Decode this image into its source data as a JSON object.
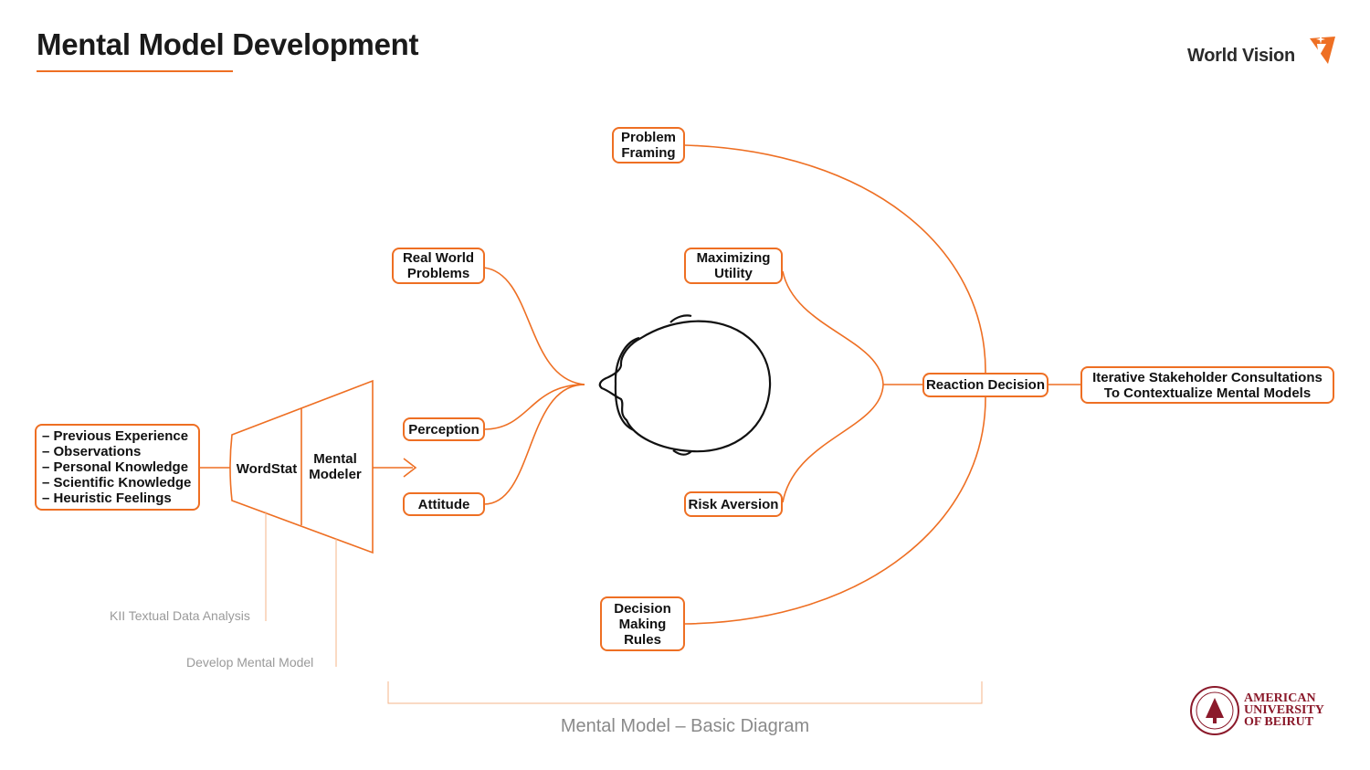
{
  "header": {
    "title": "Mental Model Development"
  },
  "logo": {
    "brand": "World Vision",
    "accent": "#ee6f23"
  },
  "inputs": {
    "items": [
      "– Previous Experience",
      "– Observations",
      "– Personal Knowledge",
      "– Scientific Knowledge",
      "– Heuristic Feelings"
    ]
  },
  "funnel": {
    "left_label": "WordStat",
    "right_label": "Mental\nModeler"
  },
  "annotations": {
    "kii": "KII Textual Data Analysis",
    "develop": "Develop Mental Model"
  },
  "nodes": {
    "real_world": "Real World\nProblems",
    "perception": "Perception",
    "attitude": "Attitude",
    "problem_framing": "Problem\nFraming",
    "maximizing": "Maximizing\nUtility",
    "risk": "Risk Aversion",
    "decision_rules": "Decision\nMaking\nRules",
    "reaction": "Reaction Decision",
    "iterative": "Iterative Stakeholder Consultations\nTo Contextualize Mental Models"
  },
  "caption": "Mental Model – Basic Diagram",
  "footer_logo": {
    "name": "AMERICAN\nUNIVERSITY\nOF BEIRUT",
    "color": "#8b1a2b"
  }
}
